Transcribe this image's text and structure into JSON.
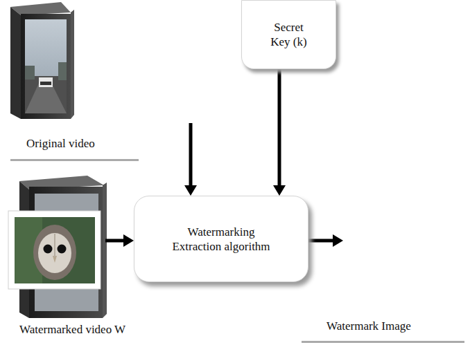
{
  "diagram": {
    "nodes": [
      {
        "text": [
          "Original video"
        ]
      },
      {
        "text": [
          "Secret Key (k)"
        ]
      },
      {
        "text": [
          "Watermarked video W"
        ]
      },
      {
        "text": [
          "Watermarking Extraction algorithm"
        ]
      },
      {
        "text": [
          "Watermark Image"
        ]
      }
    ],
    "edges": [
      {
        "from": 0,
        "to": 3,
        "arrow": "to"
      },
      {
        "from": 1,
        "to": 3,
        "arrow": "to"
      },
      {
        "from": 2,
        "to": 3,
        "arrow": "to"
      },
      {
        "from": 3,
        "to": 4,
        "arrow": "to"
      }
    ]
  }
}
